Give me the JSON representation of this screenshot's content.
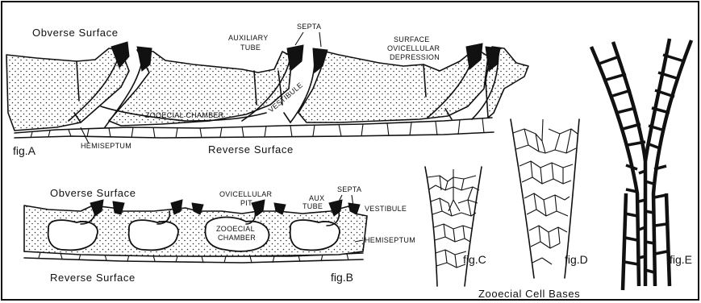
{
  "figA": {
    "fig_label": "fig.A",
    "obverse": "Obverse Surface",
    "reverse": "Reverse Surface",
    "auxiliary": [
      "AUXILIARY",
      "TUBE"
    ],
    "septa": "SEPTA",
    "surface_ovicellular": [
      "SURFACE",
      "OVICELLULAR",
      "DEPRESSION"
    ],
    "vestibule": "VESTIBULE",
    "zooecial_chamber": "ZOOECIAL CHAMBER",
    "hemiseptum": "HEMISEPTUM"
  },
  "figB": {
    "fig_label": "fig.B",
    "obverse": "Obverse Surface",
    "reverse": "Reverse Surface",
    "ovicellular": [
      "OVICELLULAR",
      "PIT"
    ],
    "septa": "SEPTA",
    "aux": [
      "AUX",
      "TUBE"
    ],
    "vestibule": "VESTIBULE",
    "zooecial": [
      "ZOOECIAL",
      "CHAMBER"
    ],
    "hemiseptum": "HEMISEPTUM"
  },
  "figC": {
    "fig_label": "fig.C"
  },
  "figD": {
    "fig_label": "fig.D"
  },
  "figE": {
    "fig_label": "fig.E"
  },
  "bases_caption": "Zooecial Cell Bases"
}
